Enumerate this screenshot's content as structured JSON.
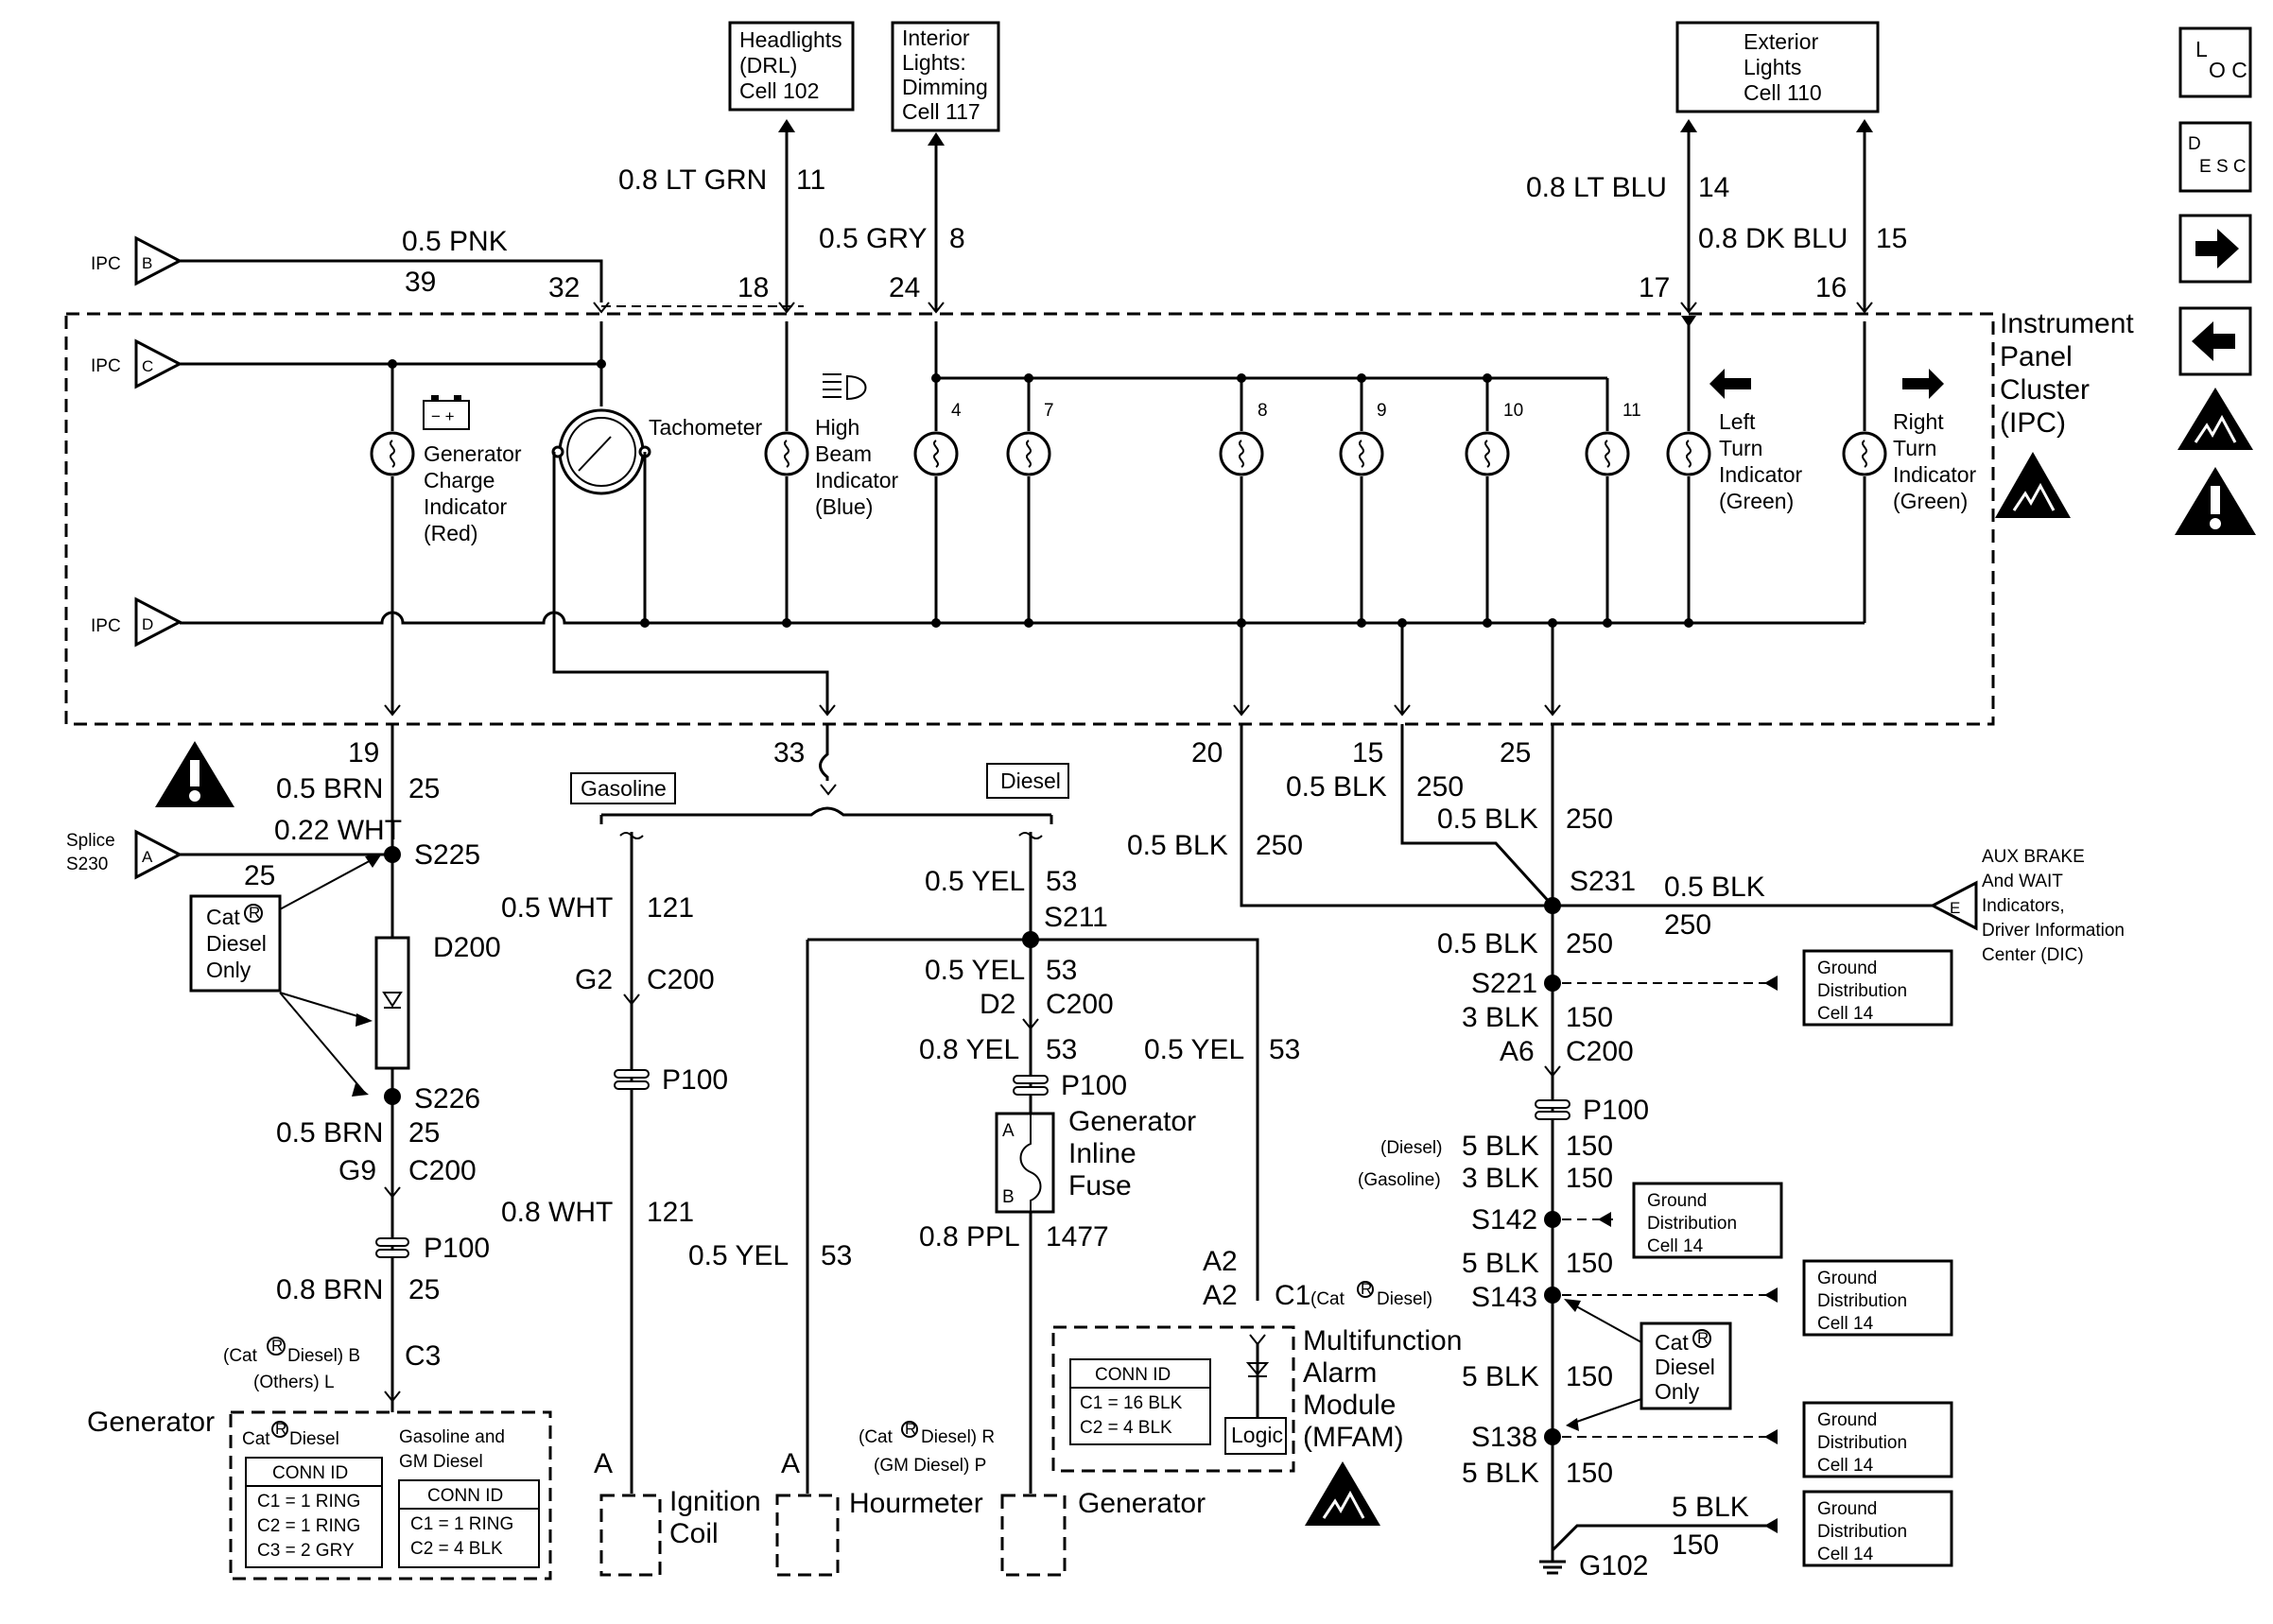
{
  "side_icons": [
    "loc-icon",
    "desc-icon",
    "next-arrow-icon",
    "prev-arrow-icon",
    "esd-icon",
    "caution-icon"
  ],
  "side_text": {
    "loc_l": "L",
    "loc_oc": "O C",
    "desc_d": "D",
    "desc_esc": "E S C"
  },
  "cluster": {
    "title": [
      "Instrument",
      "Panel",
      "Cluster",
      "(IPC)"
    ],
    "ipc_b": "IPC",
    "ipc_b_letter": "B",
    "ipc_c": "IPC",
    "ipc_c_letter": "C",
    "ipc_d": "IPC",
    "ipc_d_letter": "D",
    "pins_top": [
      "32",
      "18",
      "24",
      "17",
      "16"
    ],
    "lamp_pins": [
      "4",
      "7",
      "8",
      "9",
      "10",
      "11"
    ],
    "pins_bottom": [
      "19",
      "33",
      "20",
      "15",
      "25"
    ],
    "gen_label": [
      "Generator",
      "Charge",
      "Indicator",
      "(Red)"
    ],
    "gen_symbol": "− +",
    "tach_label": "Tachometer",
    "hb_label": [
      "High",
      "Beam",
      "Indicator",
      "(Blue)"
    ],
    "lt_label": [
      "Left",
      "Turn",
      "Indicator",
      "(Green)"
    ],
    "rt_label": [
      "Right",
      "Turn",
      "Indicator",
      "(Green)"
    ]
  },
  "top_boxes": {
    "headlights": [
      "Headlights",
      "(DRL)",
      "Cell 102"
    ],
    "interior": [
      "Interior",
      "Lights:",
      "Dimming",
      "Cell 117"
    ],
    "exterior": [
      "Exterior",
      "Lights",
      "Cell 110"
    ]
  },
  "top_wires": {
    "pnk": "0.5 PNK",
    "pnk_circ": "39",
    "ltgrn": "0.8 LT GRN",
    "ltgrn_circ": "11",
    "gry": "0.5 GRY",
    "gry_circ": "8",
    "ltblu": "0.8 LT BLU",
    "ltblu_circ": "14",
    "dkblu": "0.8 DK BLU",
    "dkblu_circ": "15"
  },
  "left": {
    "brn1": "0.5 BRN",
    "brn1_circ": "25",
    "splice": "Splice",
    "splice_id": "S230",
    "splice_letter": "A",
    "wht": "0.22 WHT",
    "wht_circ": "25",
    "s225": "S225",
    "d200": "D200",
    "s226": "S226",
    "cat_note": [
      "Cat",
      "Diesel",
      "Only"
    ],
    "brn2": "0.5 BRN",
    "brn2_circ": "25",
    "g9": "G9",
    "c200": "C200",
    "p100": "P100",
    "brn3": "0.8 BRN",
    "brn3_circ": "25",
    "cat_b": "(Cat",
    "diesel_b": "Diesel) B",
    "others": "(Others) L",
    "c3": "C3",
    "generator": "Generator",
    "conn_left_head": "Cat",
    "conn_left_head2": "Diesel",
    "conn_right_head": [
      "Gasoline and",
      "GM Diesel"
    ],
    "conn_id": "CONN ID",
    "conn_left_rows": [
      "C1 = 1 RING",
      "C2 = 1 RING",
      "C3 = 2 GRY"
    ],
    "conn_right_rows": [
      "C1 = 1 RING",
      "C2 = 4 BLK"
    ]
  },
  "middle": {
    "gasoline": "Gasoline",
    "diesel": "Diesel",
    "wht1": "0.5 WHT",
    "wht1_circ": "121",
    "g2": "G2",
    "c200": "C200",
    "p100": "P100",
    "wht2": "0.8 WHT",
    "wht2_circ": "121",
    "a_ign": "A",
    "ign": [
      "Ignition",
      "Coil"
    ],
    "yel1": "0.5 YEL",
    "yel1_circ": "53",
    "s211": "S211",
    "yel2": "0.5 YEL",
    "yel2_circ": "53",
    "d2": "D2",
    "c200b": "C200",
    "yel3": "0.8 YEL",
    "yel3_circ": "53",
    "p100b": "P100",
    "yel4": "0.5 YEL",
    "yel4_circ": "53",
    "fuse": [
      "Generator",
      "Inline",
      "Fuse"
    ],
    "fuse_a": "A",
    "fuse_b": "B",
    "ppl": "0.8 PPL",
    "ppl_circ": "1477",
    "yel5": "0.5 YEL",
    "yel5_circ": "53",
    "a_hour": "A",
    "hour": "Hourmeter",
    "cat_r": "(Cat",
    "diesel_r": "Diesel) R",
    "gm_p": "(GM Diesel) P",
    "gen": "Generator",
    "a2a": "A2",
    "a2b": "A2",
    "c1": "C1",
    "c1_note": "(Cat",
    "c1_note2": "Diesel)",
    "mfam": [
      "Multifunction",
      "Alarm",
      "Module",
      "(MFAM)"
    ],
    "mfam_conn_id": "CONN ID",
    "mfam_rows": [
      "C1 = 16 BLK",
      "C2 = 4 BLK"
    ],
    "logic": "Logic"
  },
  "right": {
    "blk20": "0.5 BLK",
    "blk20_circ": "250",
    "blk15": "0.5 BLK",
    "blk15_circ": "250",
    "blk25": "0.5 BLK",
    "blk25_circ": "250",
    "s231": "S231",
    "blk_e": "0.5 BLK",
    "blk_e_circ": "250",
    "e_letter": "E",
    "aux": [
      "AUX BRAKE",
      "And WAIT",
      "Indicators,",
      "Driver Information",
      "Center (DIC)"
    ],
    "blk_s221": "0.5 BLK",
    "blk_s221_circ": "250",
    "s221": "S221",
    "blk3": "3 BLK",
    "blk3_circ": "150",
    "a6": "A6",
    "c200": "C200",
    "p100": "P100",
    "diesel": "(Diesel)",
    "diesel_w": "5 BLK",
    "diesel_circ": "150",
    "gasoline": "(Gasoline)",
    "gas_w": "3 BLK",
    "gas_circ": "150",
    "s142": "S142",
    "blk5a": "5 BLK",
    "blk5a_circ": "150",
    "s143": "S143",
    "blk5b": "5 BLK",
    "blk5b_circ": "150",
    "s138": "S138",
    "blk5c": "5 BLK",
    "blk5c_circ": "150",
    "blk5d": "5 BLK",
    "blk5d_circ": "150",
    "g102": "G102",
    "cat_note": [
      "Cat",
      "Diesel",
      "Only"
    ],
    "ground_box": [
      "Ground",
      "Distribution",
      "Cell 14"
    ]
  }
}
